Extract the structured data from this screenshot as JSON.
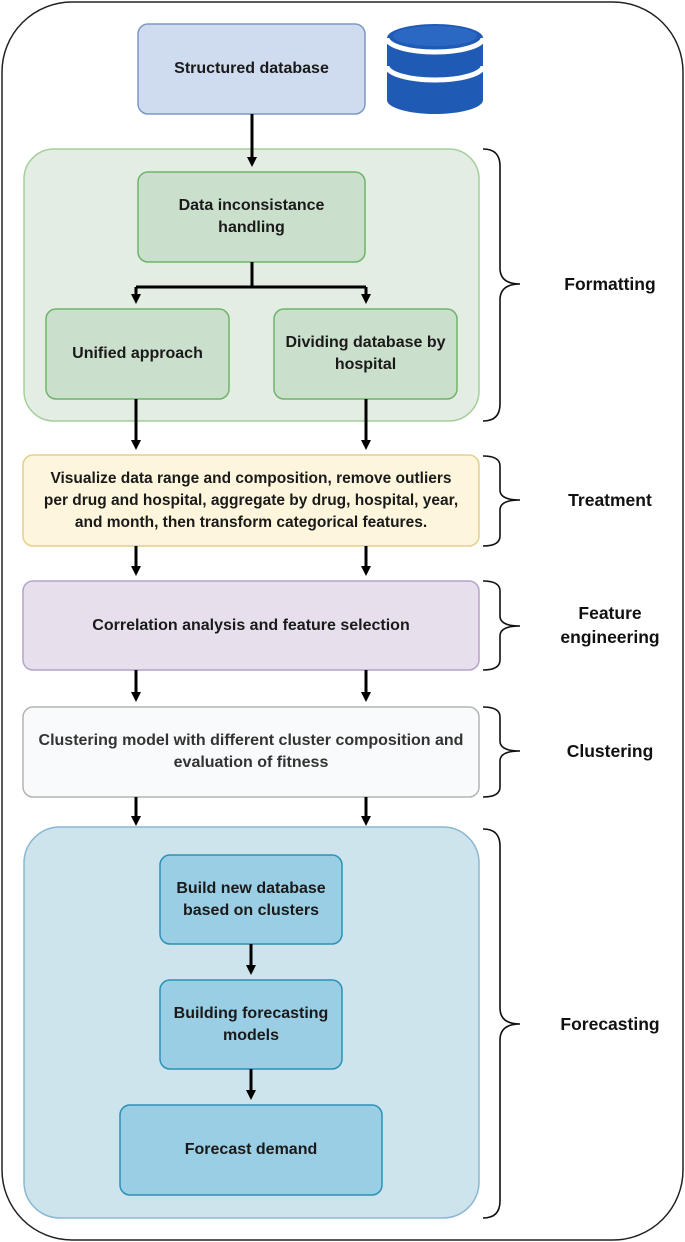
{
  "colors": {
    "blue_fill": "#cfdcef",
    "blue_stroke": "#7f97c7",
    "green_group_fill": "#e3ede3",
    "green_group_stroke": "#a5cf9a",
    "green_box_fill": "#cbe0cc",
    "green_box_stroke": "#6fb46a",
    "yellow_fill": "#fdf5dc",
    "yellow_stroke": "#e4cf8c",
    "purple_fill": "#e7e0ec",
    "purple_stroke": "#b6a3c8",
    "gray_fill": "#f9fafb",
    "gray_stroke": "#b4b4b4",
    "cyan_group_fill": "#cde4ec",
    "cyan_group_stroke": "#8ab8d2",
    "cyan_box_fill": "#99cee4",
    "cyan_box_stroke": "#2f8fb6",
    "database_icon": "#1f5bb5"
  },
  "nodes": {
    "structured_database": "Structured database",
    "data_inconsistance": "Data inconsistance handling",
    "unified_approach": "Unified approach",
    "dividing_database": "Dividing database by hospital",
    "treatment_text": "Visualize data range and composition, remove outliers per drug and hospital, aggregate by drug, hospital, year, and month, then transform categorical features.",
    "correlation": "Correlation analysis and feature selection",
    "clustering_model": "Clustering model with different cluster composition and evaluation of fitness",
    "build_new_database": "Build new database based on clusters",
    "building_models": "Building forecasting models",
    "forecast_demand": "Forecast demand"
  },
  "stages": {
    "formatting": "Formatting",
    "treatment": "Treatment",
    "feature_engineering": "Feature engineering",
    "clustering": "Clustering",
    "forecasting": "Forecasting"
  },
  "icons": {
    "database": "database-cylinder-icon"
  }
}
